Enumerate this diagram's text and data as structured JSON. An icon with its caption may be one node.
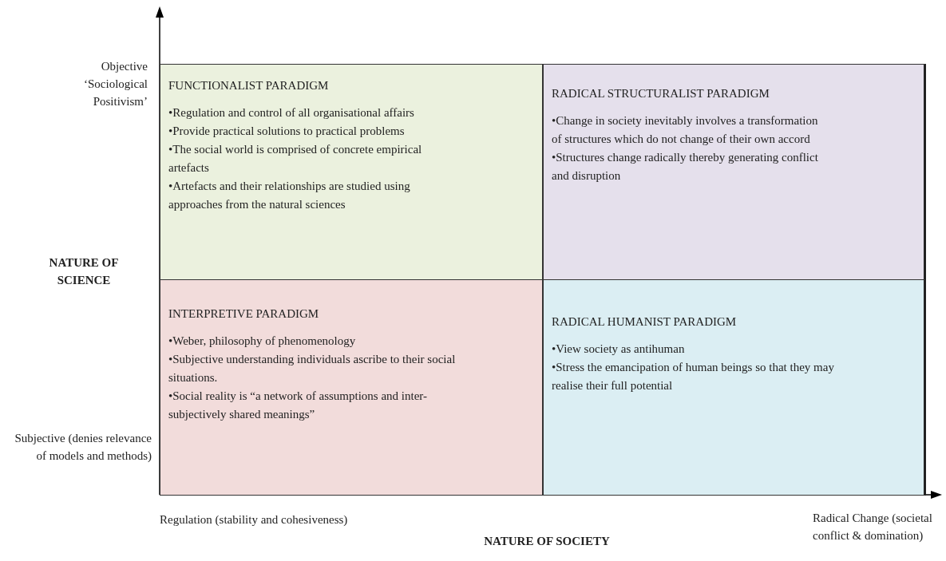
{
  "diagram": {
    "nodes": [
      {
        "text": [
          "FUNCTIONALIST PARADIGM",
          "•Regulation and control of all organisational affairs",
          "•Provide practical solutions to practical problems",
          "•The social world is comprised of concrete empirical artefacts",
          "•Artefacts and their relationships are studied using approaches from the natural sciences"
        ]
      },
      {
        "text": [
          "RADICAL STRUCTURALIST PARADIGM",
          "•Change in society inevitably involves a transformation of structures which do not change of their own accord",
          "•Structures change radically thereby generating conflict and disruption"
        ]
      },
      {
        "text": [
          "INTERPRETIVE PARADIGM",
          "•Weber, philosophy of phenomenology",
          "•Subjective understanding individuals ascribe to their social situations.",
          "•Social reality is “a network of assumptions and inter-subjectively shared meanings”"
        ]
      },
      {
        "text": [
          "RADICAL HUMANIST PARADIGM",
          "•View society as antihuman",
          "•Stress the emancipation of human beings so that they may realise their full potential"
        ]
      }
    ],
    "labels": [
      "Objective ‘Sociological Positivism’",
      "NATURE OF SCIENCE",
      "Subjective (denies relevance of models and methods)",
      "Regulation (stability and cohesiveness)",
      "Radical Change (societal conflict & domination)",
      "NATURE OF SOCIETY"
    ]
  }
}
